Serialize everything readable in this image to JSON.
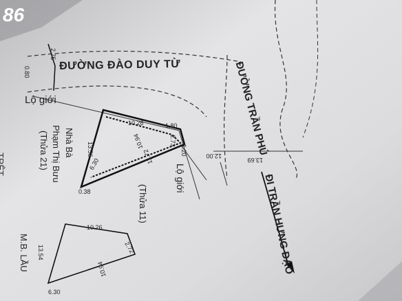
{
  "document": {
    "corner_number": "86",
    "streets": {
      "horizontal": "ĐƯỜNG ĐÀO DUY TỪ",
      "vertical": "ĐƯỜNG TRẦN PHÚ",
      "vertical_continuation": "ĐI TRẦN HƯNG ĐẠO"
    },
    "setback_label_1": "Lộ giới",
    "setback_label_2": "Lộ giới",
    "neighbor": {
      "line1": "Nhà Bà",
      "line2": "Phạm Thị Bưu",
      "line3": "(Thửa 21)"
    },
    "parcel": "(Thửa 11)",
    "inset_label": "M.B. LẦU",
    "edge_text": "TRỆT",
    "dimensions": {
      "top_edge": "10.26",
      "corner_cut": "1.80",
      "right_edge": "2.73",
      "diag_inner": "10.94",
      "diag_outer": "11.72",
      "left_edge": "13.56",
      "bottom_left": "6.30",
      "bottom_tip": "0.38",
      "setback_right": "1.20",
      "road_width": "12.00",
      "road_side": "13.69",
      "top_left_a": "2.75",
      "top_left_b": "0.80",
      "inset_top": "10.26",
      "inset_right": "2.72",
      "inset_left": "13.54",
      "inset_bottom": "10.94",
      "inset_corner": "6.30"
    }
  }
}
